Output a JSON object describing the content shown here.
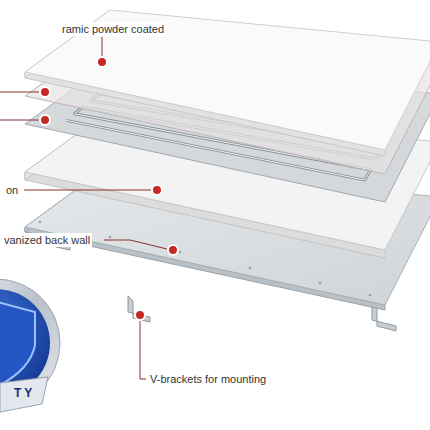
{
  "diagram": {
    "labels": [
      "ramic powder coated",
      "on",
      "vanized back wall",
      "V-brackets for mounting",
      "TY"
    ]
  }
}
